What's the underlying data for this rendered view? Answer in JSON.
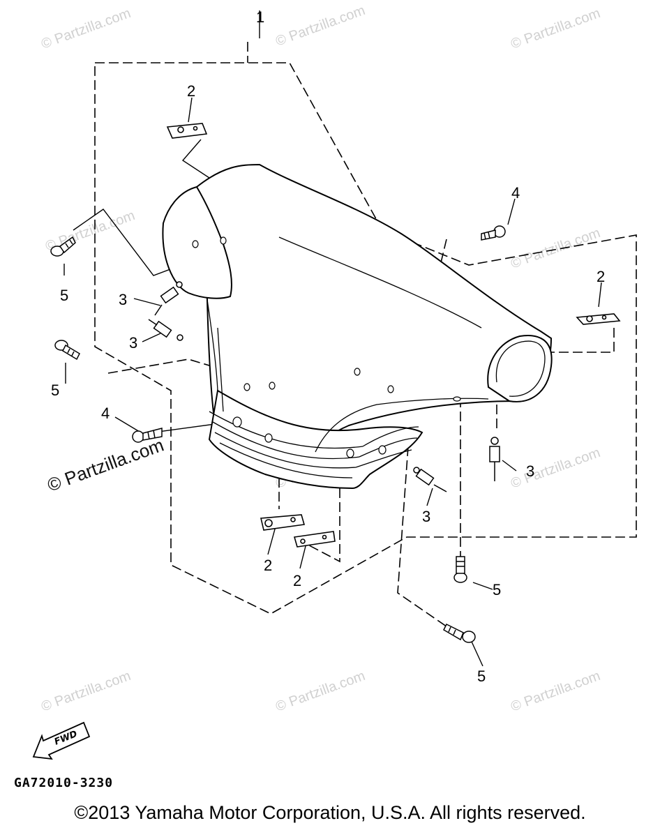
{
  "diagram": {
    "callouts": {
      "c1": "1",
      "c2a": "2",
      "c2b": "2",
      "c2c": "2",
      "c2d": "2",
      "c3a": "3",
      "c3b": "3",
      "c3c": "3",
      "c3d": "3",
      "c4a": "4",
      "c4b": "4",
      "c5a": "5",
      "c5b": "5",
      "c5c": "5",
      "c5d": "5"
    },
    "fwd_label": "FWD",
    "drawing_code": "GA72010-3230"
  },
  "watermarks": {
    "text": "© Partzilla.com",
    "prominent": "© Partzilla.com"
  },
  "copyright": "©2013 Yamaha Motor Corporation, U.S.A. All rights reserved."
}
